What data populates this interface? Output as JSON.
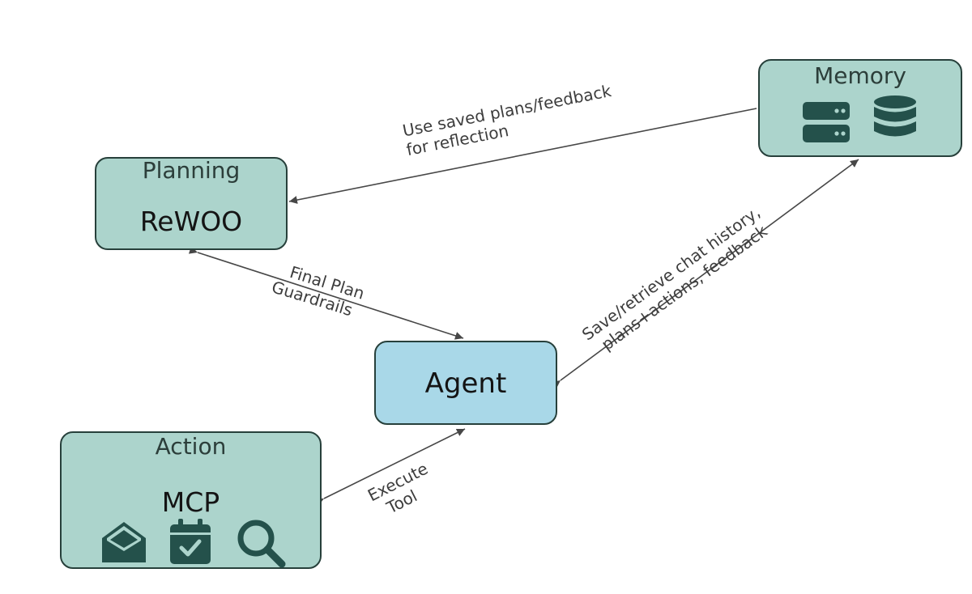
{
  "colors": {
    "node_fill": "#acd4cc",
    "agent_fill": "#a9d8e8",
    "border": "#27403b",
    "icon": "#24514b",
    "arrow": "#474747"
  },
  "nodes": {
    "memory": {
      "title": "Memory",
      "icons": [
        "server-stack-icon",
        "database-icon"
      ]
    },
    "planning": {
      "title": "Planning",
      "main": "ReWOO"
    },
    "agent": {
      "main": "Agent"
    },
    "action": {
      "title": "Action",
      "main": "MCP",
      "icons": [
        "mail-icon",
        "calendar-check-icon",
        "search-icon"
      ]
    }
  },
  "edges": {
    "memory_to_planning": {
      "line1": "Use saved plans/feedback",
      "line2": "for reflection"
    },
    "planning_agent": {
      "line1": "Final Plan",
      "line2": "Guardrails"
    },
    "agent_memory": {
      "line1": "Save/retrieve  chat history,",
      "line2": "plans+actions, feedback"
    },
    "agent_action": {
      "line1": "Execute",
      "line2": "Tool"
    }
  }
}
